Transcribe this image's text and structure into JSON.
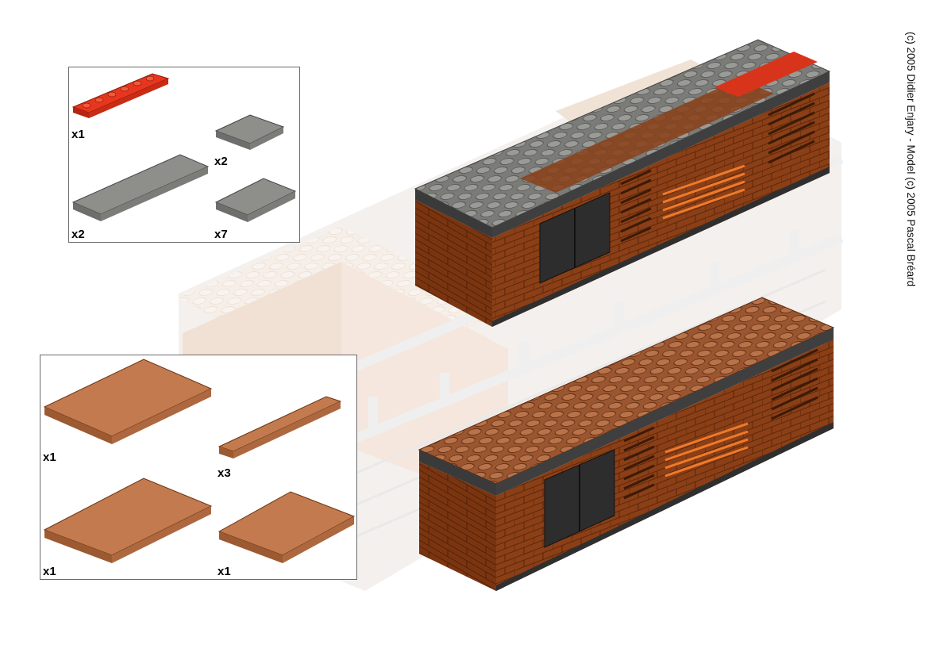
{
  "credit": "(c) 2005 Didier Enjary - Model (c) 2005 Pascal Bréard",
  "colors": {
    "red_plate": "#e8361e",
    "gray_plate": "#8e8e8a",
    "dark_gray_plate": "#6e6e6c",
    "brown_plate": "#c27a4e",
    "brick_brown": "#8a3f17",
    "ghost_model": "#e9d6c6"
  },
  "parts_box_1": {
    "items": [
      {
        "part": "red-plate-1x6",
        "qty": "x1"
      },
      {
        "part": "gray-plate-2x3",
        "qty": "x2"
      },
      {
        "part": "gray-plate-2x8",
        "qty": "x2"
      },
      {
        "part": "gray-plate-2x4",
        "qty": "x7"
      }
    ]
  },
  "parts_box_2": {
    "items": [
      {
        "part": "brown-plate-4x8",
        "qty": "x1"
      },
      {
        "part": "brown-plate-1x8",
        "qty": "x3"
      },
      {
        "part": "brown-plate-4x8",
        "qty": "x1"
      },
      {
        "part": "brown-plate-4x6",
        "qty": "x1"
      }
    ]
  }
}
